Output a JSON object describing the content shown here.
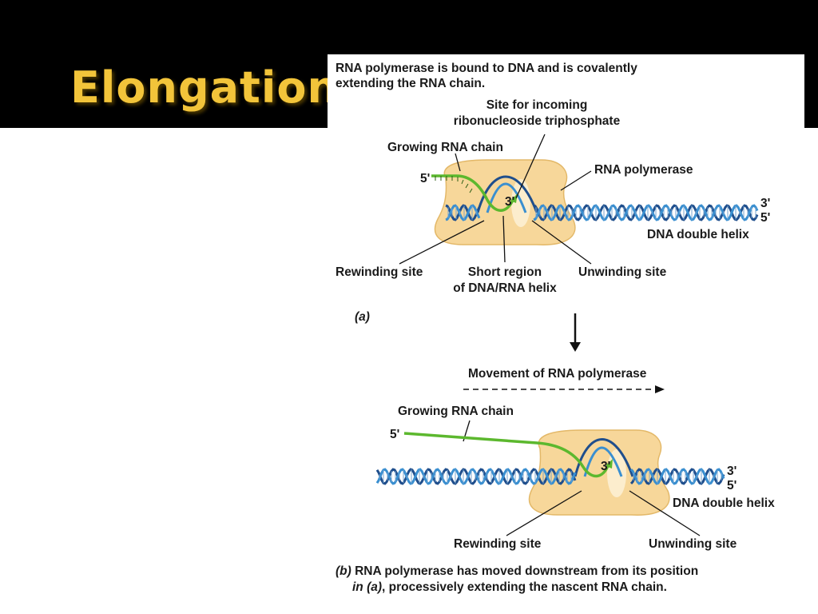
{
  "slide": {
    "title": "Elongation",
    "colors": {
      "title": "#f2c43a",
      "title_bar": "#000000",
      "rna": "#5cb82e",
      "dna_strand_1": "#1f4e8c",
      "dna_strand_2": "#3a8fd0",
      "polymerase": "#f7d79a"
    }
  },
  "figure": {
    "a": {
      "caption_line1": "RNA polymerase is bound to DNA and is covalently",
      "caption_line2": "extending the RNA chain.",
      "site_incoming_line1": "Site for incoming",
      "site_incoming_line2": "ribonucleoside triphosphate",
      "growing_rna": "Growing RNA chain",
      "rna_polymerase": "RNA polymerase",
      "five_prime": "5'",
      "three_prime_rna": "3'",
      "end_3": "3'",
      "end_5": "5'",
      "dna_helix": "DNA double helix",
      "rewinding_site": "Rewinding site",
      "short_region_line1": "Short region",
      "short_region_line2": "of DNA/RNA helix",
      "unwinding_site": "Unwinding site",
      "panel_label": "(a)"
    },
    "b": {
      "movement": "Movement of RNA polymerase",
      "growing_rna": "Growing RNA chain",
      "five_prime": "5'",
      "three_prime_rna": "3'",
      "end_3": "3'",
      "end_5": "5'",
      "dna_helix": "DNA double helix",
      "rewinding_site": "Rewinding site",
      "unwinding_site": "Unwinding site",
      "caption_panel": "(b)",
      "caption_line1": " RNA polymerase has moved downstream from its position",
      "caption_line2_ref": "in (a)",
      "caption_line2_rest": ", processively extending the nascent RNA chain."
    }
  }
}
